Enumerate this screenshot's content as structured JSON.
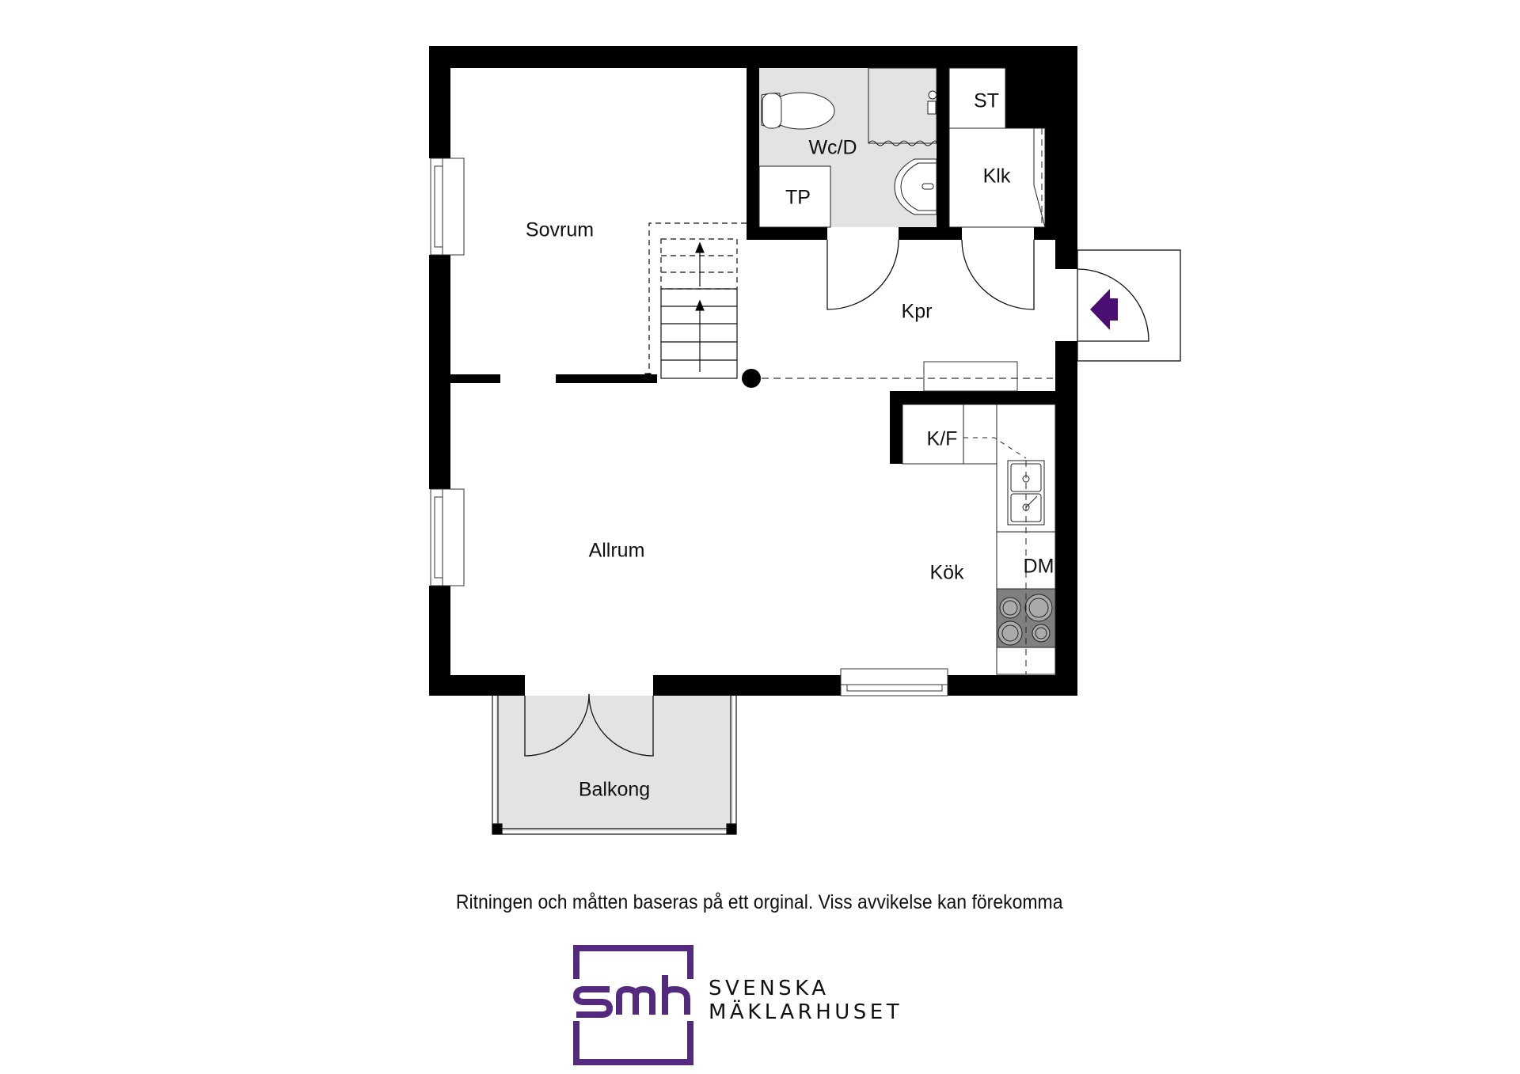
{
  "floorplan": {
    "rooms": [
      {
        "id": "sovrum",
        "label": "Sovrum"
      },
      {
        "id": "wc",
        "label": "Wc/D"
      },
      {
        "id": "tp",
        "label": "TP"
      },
      {
        "id": "st",
        "label": "ST"
      },
      {
        "id": "klk",
        "label": "Klk"
      },
      {
        "id": "kpr",
        "label": "Kpr"
      },
      {
        "id": "allrum",
        "label": "Allrum"
      },
      {
        "id": "kf",
        "label": "K/F"
      },
      {
        "id": "kok",
        "label": "Kök"
      },
      {
        "id": "dm",
        "label": "DM"
      },
      {
        "id": "balkong",
        "label": "Balkong"
      }
    ],
    "entrance_marker": "entrance-arrow-icon",
    "colors": {
      "wall": "#000000",
      "wet_room_fill": "#e3e3e3",
      "balcony_fill": "#e3e3e3",
      "stove_fill": "#808080",
      "entrance_arrow": "#4b0f73"
    }
  },
  "footer": {
    "disclaimer": "Ritningen och måtten baseras på ett orginal. Viss avvikelse kan förekomma"
  },
  "brand": {
    "logo_mark": "smh",
    "name_line1": "SVENSKA",
    "name_line2": "MÄKLARHUSET",
    "color": "#532a7e"
  }
}
